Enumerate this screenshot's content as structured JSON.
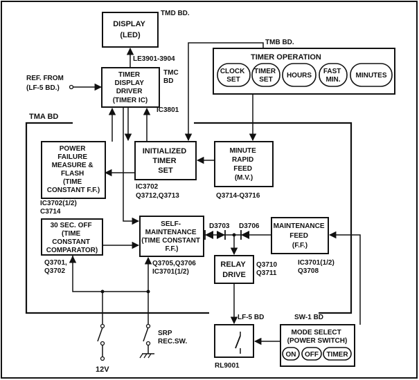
{
  "boards": {
    "tmd": "TMD BD.",
    "tmb": "TMB BD.",
    "tmc": [
      "TMC",
      "BD"
    ],
    "tma": "TMA BD",
    "lf5": "LF-5 BD",
    "sw1": "SW-1 BD"
  },
  "blocks": {
    "display": [
      "DISPLAY",
      "(LED)"
    ],
    "timer_display_driver": [
      "TIMER",
      "DISPLAY",
      "DRIVER",
      "(TIMER IC)"
    ],
    "timer_operation": {
      "title": "TIMER OPERATION",
      "buttons": [
        [
          "CLOCK",
          "SET"
        ],
        [
          "TIMER",
          "SET"
        ],
        [
          "HOURS"
        ],
        [
          "FAST",
          "MIN."
        ],
        [
          "MINUTES"
        ]
      ]
    },
    "power_failure": [
      "POWER",
      "FAILURE",
      "MEASURE &",
      "FLASH",
      "(TIME",
      "CONSTANT F.F.)"
    ],
    "initialized_timer": [
      "INITIALIZED",
      "TIMER",
      "SET"
    ],
    "minute_rapid": [
      "MINUTE",
      "RAPID",
      "FEED",
      "(M.V.)"
    ],
    "thirty_sec": [
      "30 SEC. OFF",
      "(TIME",
      "CONSTANT",
      "COMPARATOR)"
    ],
    "self_maintenance": [
      "SELF-",
      "MAINTENANCE",
      "(TIME CONSTANT",
      "F.F.)"
    ],
    "maintenance_feed": [
      "MAINTENANCE",
      "FEED",
      "(F.F.)"
    ],
    "relay_drive": [
      "RELAY",
      "DRIVE"
    ],
    "mode_select": {
      "title": [
        "MODE SELECT",
        "(POWER SWITCH)"
      ],
      "buttons": [
        "ON",
        "OFF",
        "TIMER"
      ]
    }
  },
  "labels": {
    "le3901": "LE3901-3904",
    "ref_from": [
      "REF. FROM",
      "(LF-5 BD.)"
    ],
    "ic3801": "IC3801",
    "ic3702_a": [
      "IC3702",
      "Q3712,Q3713"
    ],
    "ic3702_b": [
      "IC3702(1/2)",
      "C3714"
    ],
    "q3714": "Q3714-Q3716",
    "q3701": [
      "Q3701,",
      "Q3702"
    ],
    "q3705": [
      "Q3705,Q3706",
      "IC3701(1/2)"
    ],
    "d3703": "D3703",
    "d3706": "D3706",
    "q3710": [
      "Q3710",
      "Q3711"
    ],
    "ic3701": [
      "IC3701(1/2)",
      "Q3708"
    ],
    "rl9001": "RL9001",
    "srp": [
      "SRP",
      "REC.SW."
    ],
    "v12": "12V"
  },
  "colors": {
    "ink": "#111111",
    "paper": "#ffffff"
  }
}
